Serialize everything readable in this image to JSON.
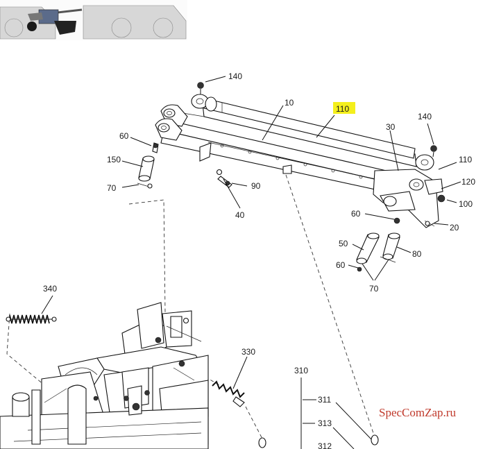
{
  "callouts": {
    "c140a": "140",
    "c10": "10",
    "c110hl": "110",
    "c30": "30",
    "c140b": "140",
    "c60a": "60",
    "c150": "150",
    "c70a": "70",
    "c90": "90",
    "c40": "40",
    "c110b": "110",
    "c120": "120",
    "c100": "100",
    "c20": "20",
    "c60b": "60",
    "c50": "50",
    "c80": "80",
    "c60c": "60",
    "c70b": "70",
    "c340": "340",
    "c330": "330",
    "c310": "310",
    "c311": "311",
    "c313": "313",
    "c312": "312"
  },
  "watermark": "SpecComZap.ru",
  "colors": {
    "highlight": "#f4ef1c",
    "watermark": "#c0392b",
    "line": "#111111"
  }
}
